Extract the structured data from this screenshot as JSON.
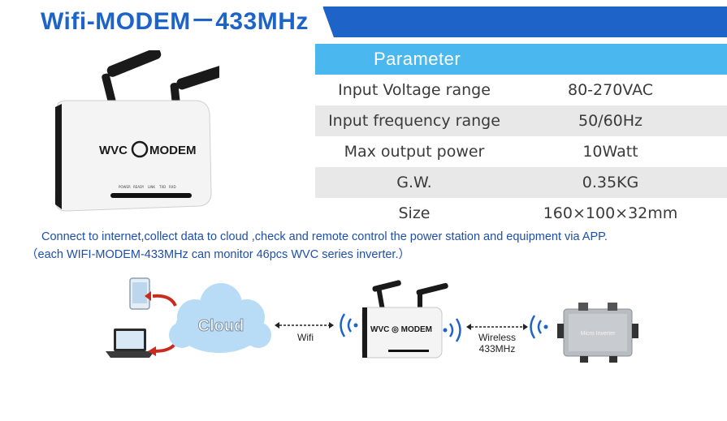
{
  "title": "Wifi-MODEM－433MHz",
  "modem": {
    "brand": "WVC",
    "model": "MODEM",
    "leds": [
      "POWER",
      "READY",
      "LINK",
      "TXD",
      "RXD"
    ]
  },
  "parameter_table": {
    "header": "Parameter",
    "rows": [
      {
        "label": "Input Voltage range",
        "value": "80-270VAC"
      },
      {
        "label": "Input frequency range",
        "value": "50/60Hz"
      },
      {
        "label": "Max output power",
        "value": "10Watt"
      },
      {
        "label": "G.W.",
        "value": "0.35KG"
      },
      {
        "label": "Size",
        "value": "160×100×32mm"
      }
    ]
  },
  "description": {
    "line1": "Connect to internet,collect data to cloud ,check and remote control the power station and equipment via APP.",
    "line2": "（each WIFI-MODEM-433MHz can monitor 46pcs WVC series inverter.）"
  },
  "diagram": {
    "cloud_label": "Cloud",
    "wifi_label": "Wifi",
    "wireless_label_1": "Wireless",
    "wireless_label_2": "433MHz",
    "inverter_label": "Micro Inverter",
    "colors": {
      "arrow": "#cc2a1e",
      "cloud": "#b8dcf5",
      "signal": "#1e64c8"
    }
  }
}
